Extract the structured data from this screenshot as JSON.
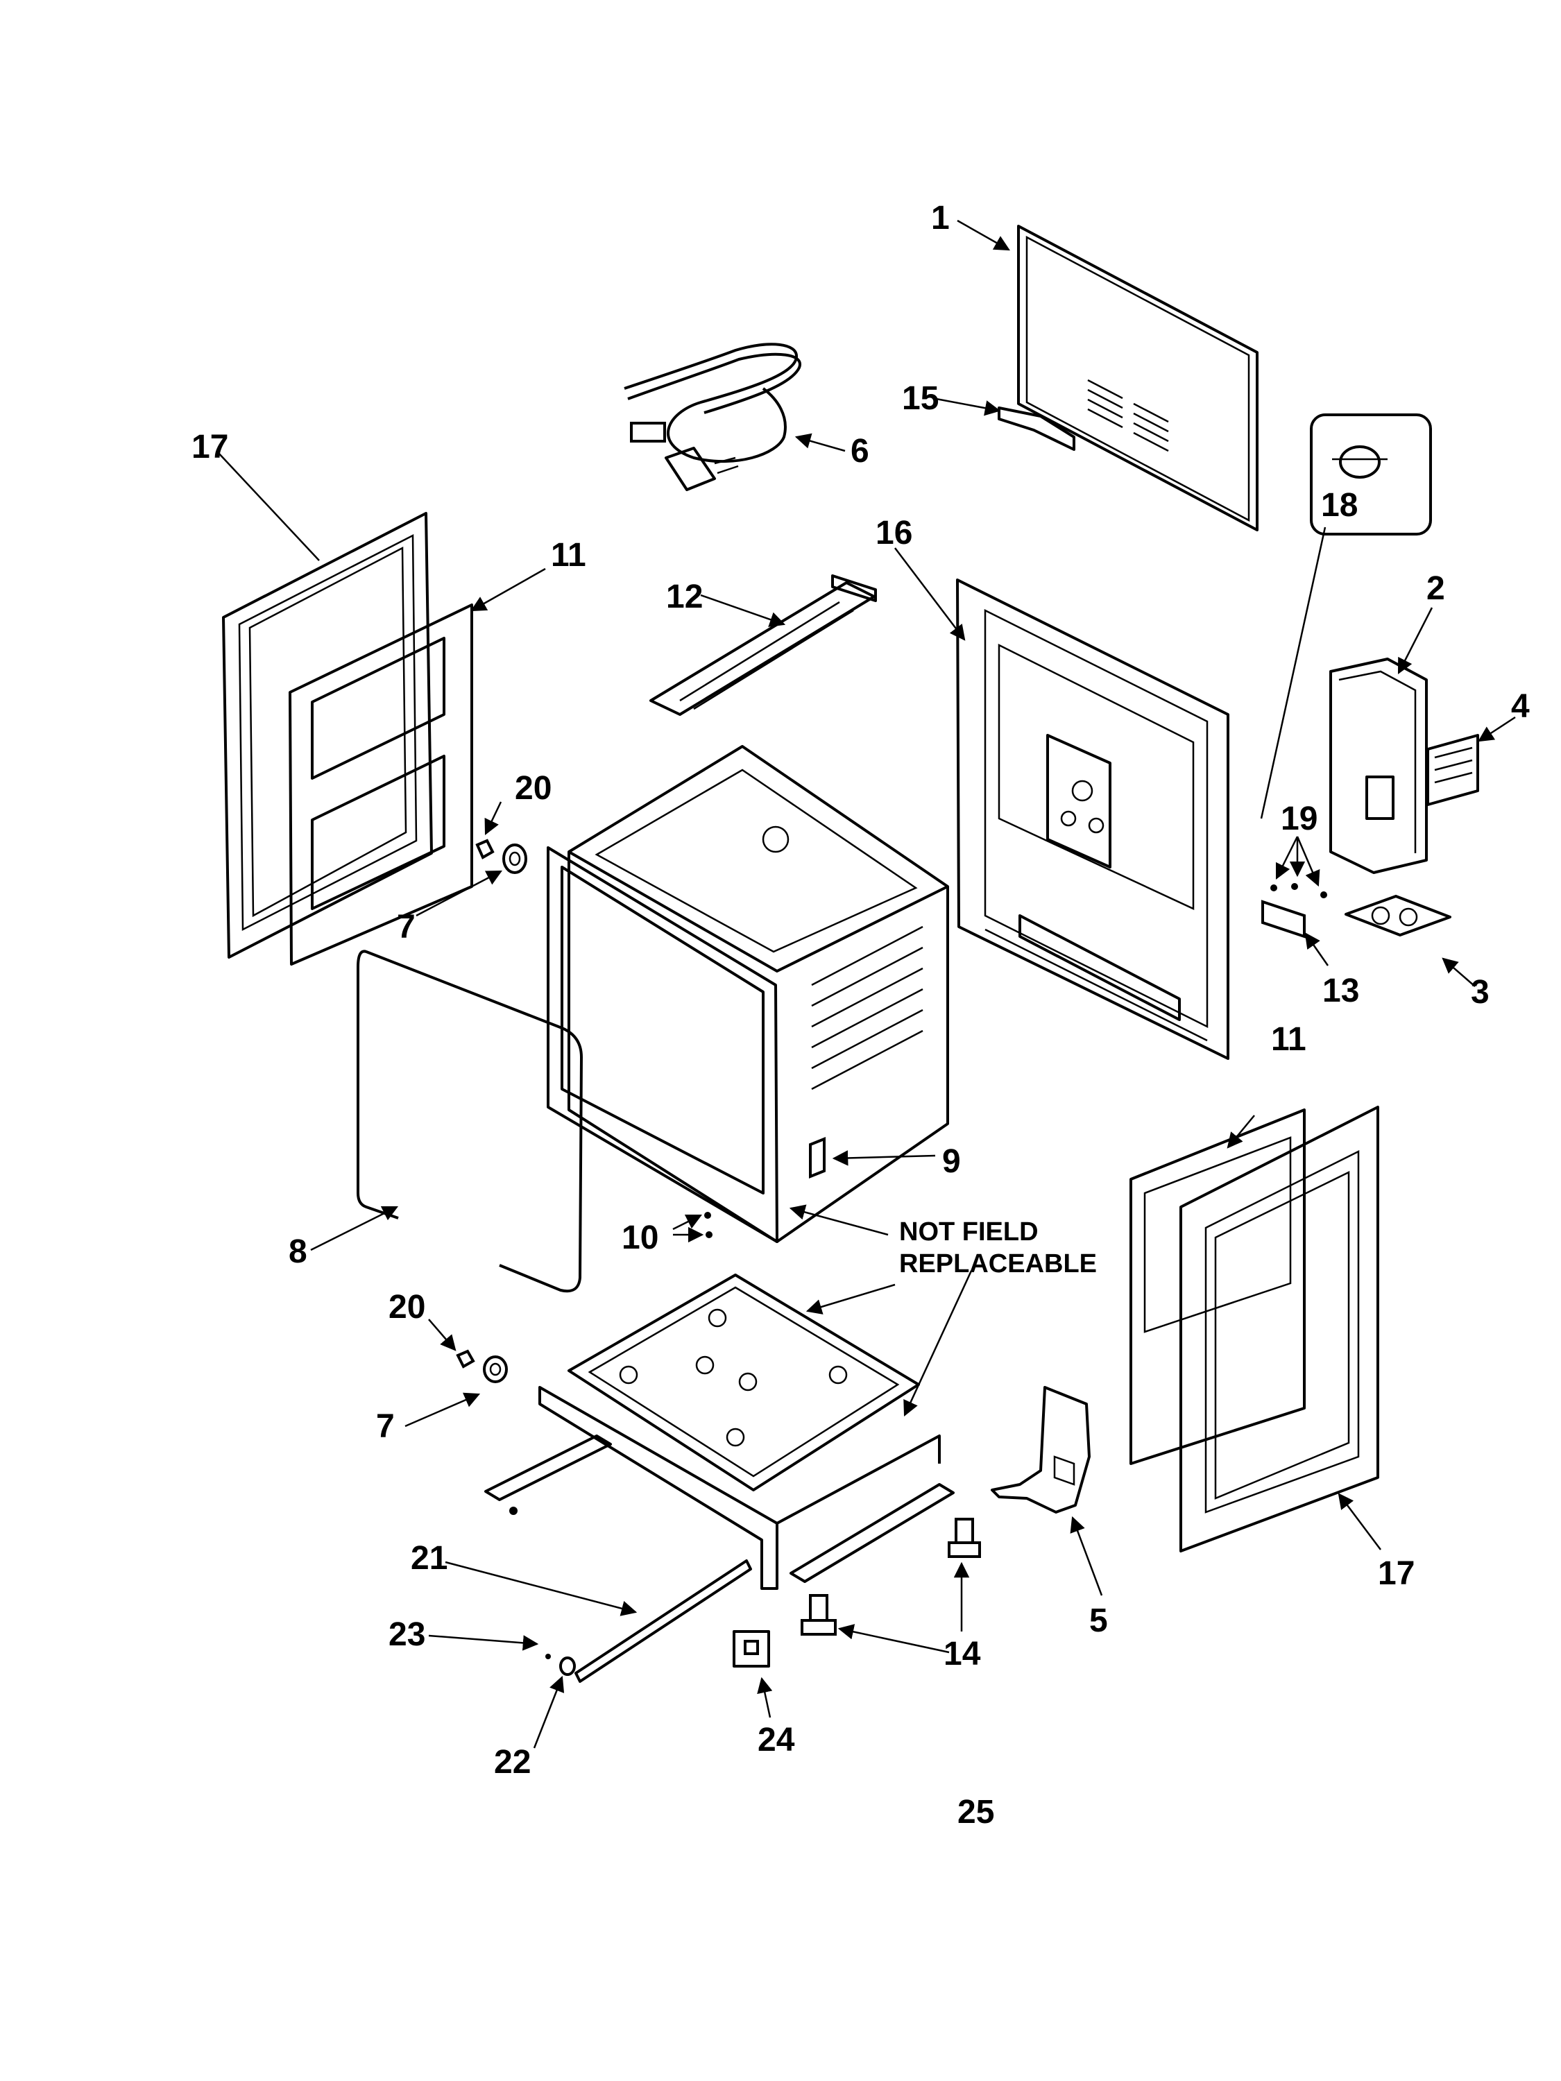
{
  "callouts": {
    "c1": "1",
    "c2": "2",
    "c3": "3",
    "c4": "4",
    "c5": "5",
    "c6": "6",
    "c7a": "7",
    "c7b": "7",
    "c8": "8",
    "c9": "9",
    "c10": "10",
    "c11a": "11",
    "c11b": "11",
    "c12": "12",
    "c13": "13",
    "c14": "14",
    "c15": "15",
    "c16": "16",
    "c17a": "17",
    "c17b": "17",
    "c18": "18",
    "c19": "19",
    "c20a": "20",
    "c20b": "20",
    "c21": "21",
    "c22": "22",
    "c23": "23",
    "c24": "24"
  },
  "note": {
    "line1": "NOT FIELD",
    "line2": "REPLACEABLE"
  },
  "page_label": "25"
}
